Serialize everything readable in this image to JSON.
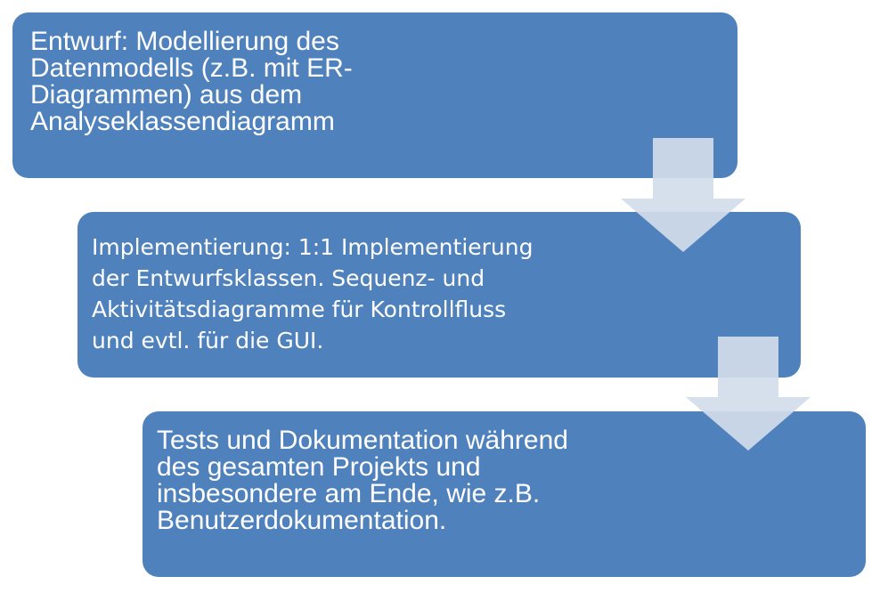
{
  "steps": [
    {
      "text": "Entwurf: Modellierung des\nDatenmodells (z.B. mit ER-\nDiagrammen) aus dem\nAnalyseklassendiagramm"
    },
    {
      "text": "Implementierung: 1:1 Implementierung\nder Entwurfsklassen. Sequenz- und\nAktivitätsdiagramme für Kontrollfluss\nund evtl. für die GUI."
    },
    {
      "text": "Tests und Dokumentation während\ndes gesamten Projekts und\ninsbesondere am Ende, wie z.B.\nBenutzerdokumentation."
    }
  ],
  "colors": {
    "box": "#4f81bd",
    "arrow": "#d3dcea",
    "text": "#ffffff"
  }
}
